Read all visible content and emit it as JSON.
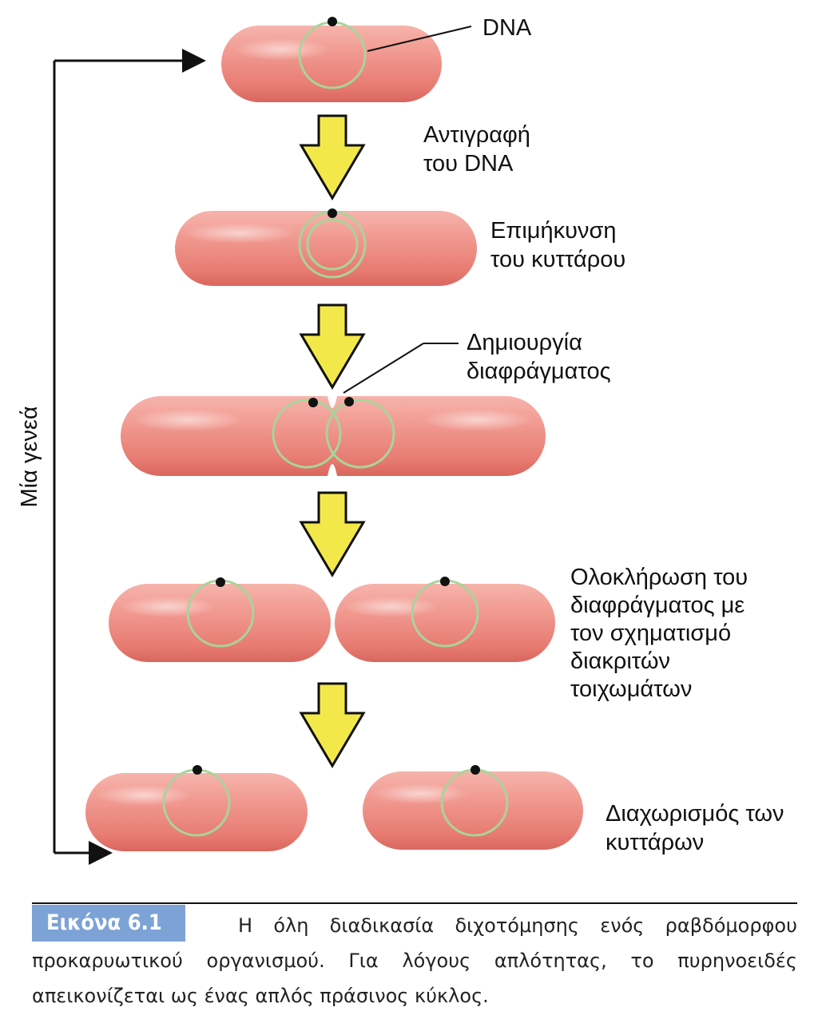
{
  "labels": {
    "dna": "DNA",
    "step1": [
      "Αντιγραφή",
      "του DNA"
    ],
    "step2": [
      "Επιμήκυνση",
      "του κυττάρου"
    ],
    "step3": [
      "Δημιουργία",
      "διαφράγματος"
    ],
    "step4": [
      "Ολοκλήρωση του",
      "διαφράγματος με",
      "τον σχηματισμό",
      "διακριτών",
      "τοιχωμάτων"
    ],
    "step5": [
      "Διαχωρισμός των",
      "κυττάρων"
    ],
    "cycle": "Μία γενεά"
  },
  "caption": {
    "label": "Εικόνα 6.1",
    "text": "Η όλη διαδικασία διχοτόμησης ενός ραβδόμορφου προκαρυωτικού οργανισμού. Για λόγους απλότητας, το πυρηνοειδές απεικονίζεται ως ένας απλός πράσινος κύκλος."
  },
  "colors": {
    "cell": "#ef8f87",
    "dna_ring": "#a8d49a",
    "arrow": "#f3e84a"
  }
}
